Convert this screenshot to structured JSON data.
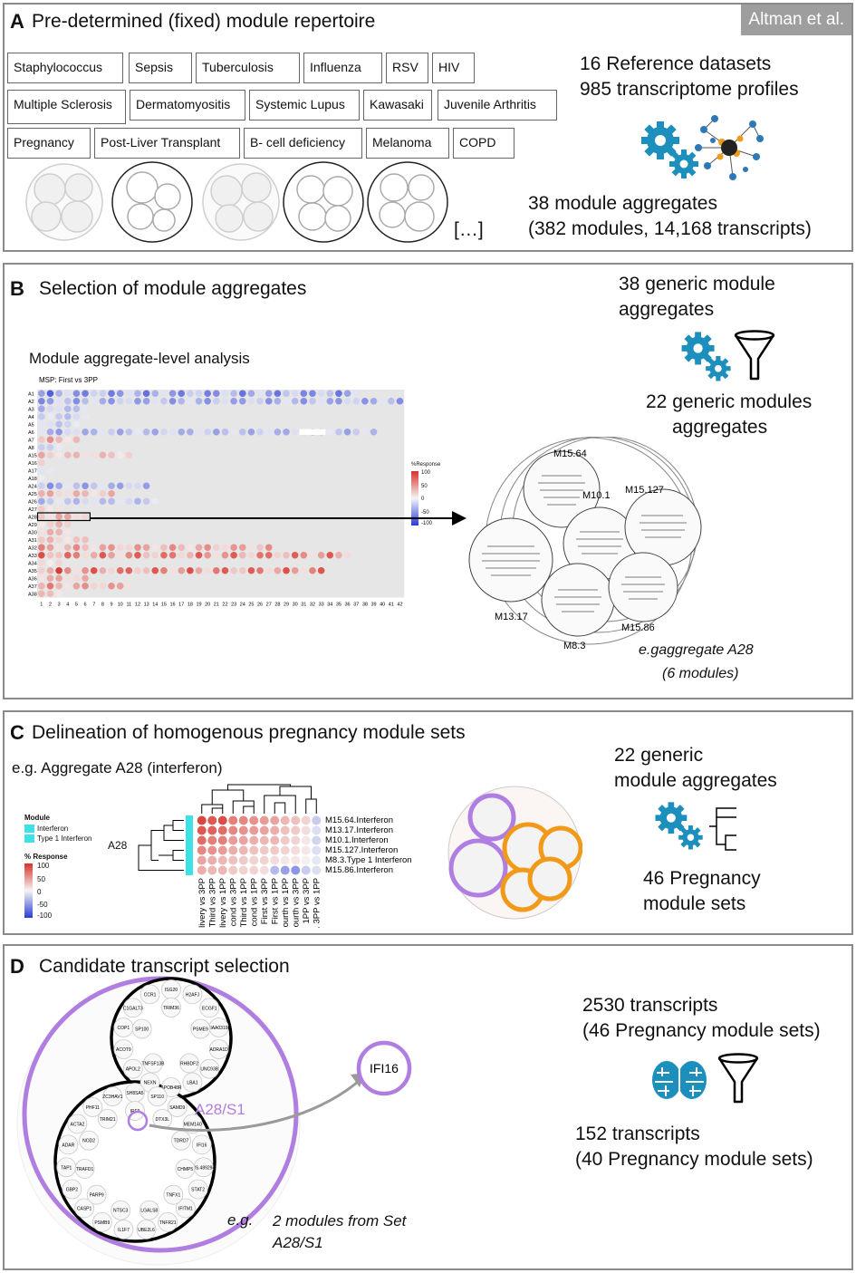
{
  "panelA": {
    "letter": "A",
    "title": "Pre-determined (fixed) module repertoire",
    "badge": "Altman et al.",
    "diseases": [
      "Staphylococcus",
      "Sepsis",
      "Tuberculosis",
      "Influenza",
      "RSV",
      "HIV",
      "Multiple Sclerosis",
      "Dermatomyositis",
      "Systemic Lupus",
      "Kawasaki",
      "Juvenile Arthritis",
      "Pregnancy",
      "Post-Liver Transplant",
      "B- cell deficiency",
      "Melanoma",
      "COPD"
    ],
    "datasets_line1": "16 Reference datasets",
    "datasets_line2": "985 transcriptome profiles",
    "aggregates_line1": "38 module aggregates",
    "aggregates_line2": "(382 modules, 14,168 transcripts)",
    "ellipsis": "[…]",
    "icons": [
      "gears-icon",
      "network-icon"
    ]
  },
  "panelB": {
    "letter": "B",
    "title": "Selection of module aggregates",
    "sub": "Module aggregate-level analysis",
    "heatmap_title": "MSP: First vs 3PP",
    "row_labels": [
      "A1",
      "A2",
      "A3",
      "A4",
      "A5",
      "A6",
      "A7",
      "A8",
      "A15",
      "A16",
      "A17",
      "A18",
      "A24",
      "A25",
      "A26",
      "A27",
      "A28",
      "A29",
      "A30",
      "A31",
      "A32",
      "A33",
      "A34",
      "A35",
      "A36",
      "A37",
      "A38"
    ],
    "col_labels": [
      "1",
      "2",
      "3",
      "4",
      "5",
      "6",
      "7",
      "8",
      "9",
      "10",
      "11",
      "12",
      "13",
      "14",
      "15",
      "16",
      "17",
      "18",
      "19",
      "20",
      "21",
      "22",
      "23",
      "24",
      "25",
      "26",
      "27",
      "28",
      "29",
      "30",
      "31",
      "32",
      "33",
      "34",
      "35",
      "36",
      "37",
      "38",
      "39",
      "40",
      "41",
      "42"
    ],
    "legend_title": "%Response",
    "legend_ticks": [
      "100",
      "50",
      "0",
      "-50",
      "-100"
    ],
    "right_line1": "38 generic module",
    "right_line2": "aggregates",
    "right_line3": "22 generic modules",
    "right_line4": "aggregates",
    "modules": [
      "M15.64",
      "M10.1",
      "M15.127",
      "M13.17",
      "M8.3",
      "M15.86"
    ],
    "example_line1": "e.gaggregate A28",
    "example_line2": "(6 modules)"
  },
  "panelC": {
    "letter": "C",
    "title": "Delineation of homogenous pregnancy module sets",
    "sub": "e.g. Aggregate A28 (interferon)",
    "legend_module_title": "Module",
    "legend_modules": [
      "Interferon",
      "Type 1 Interferon"
    ],
    "legend_response_title": "% Response",
    "legend_ticks": [
      "100",
      "50",
      "0",
      "-50",
      "-100"
    ],
    "row_group": "A28",
    "rows": [
      "M15.64.Interferon",
      "M13.17.Interferon",
      "M10.1.Interferon",
      "M15.127.Interferon",
      "M8.3.Type 1 Interferon",
      "M15.86.Interferon"
    ],
    "cols": [
      "livery vs 3PP",
      "Third vs 3PP",
      "livery vs 1PP",
      "cond vs 3PP",
      "Third vs 1PP",
      "cond vs 1PP",
      "First vs 3PP",
      "First vs 1PP",
      "ourth vs 1PP",
      "ourth vs 3PP",
      "1PP vs 3PP",
      ". 3PP vs 1PP"
    ],
    "right_line1": "22 generic",
    "right_line2": "module aggregates",
    "right_line3": "46 Pregnancy",
    "right_line4": "module sets"
  },
  "panelD": {
    "letter": "D",
    "title": "Candidate transcript selection",
    "set_label": "A28/S1",
    "target": "IFI16",
    "top_genes": [
      "ISG20",
      "H2AFJ",
      "ECGF1",
      "KIAA0319L",
      "ADRA1D",
      "UNC93B",
      "LBA1",
      "APOB48R",
      "NEXN",
      "APOL2",
      "ACOT9",
      "COP1",
      "C1GALT3",
      "CCR1",
      "TRIM36",
      "PSME9",
      "RHBDF2",
      "TNFSF13B",
      "SP100"
    ],
    "bottom_genes": [
      "SH8SA5",
      "SP110",
      "SAMD9",
      "MEM140",
      "IFI16",
      "HS.489294",
      "STAT2",
      "IFITM1",
      "TNFR21",
      "UBE2L6",
      "IL1F7",
      "PSMB9",
      "CASP1",
      "GBP2",
      "TAP1",
      "ADAR",
      "ACTA2",
      "PHF11",
      "ZC3HAV1",
      "IRF9",
      "DTX3L",
      "TDRD7",
      "CHMP5",
      "TNFX1",
      "LGALS8",
      "NTSC3",
      "PARP9",
      "TRAFD1",
      "NOD2",
      "TRIM21"
    ],
    "right_line1": "2530 transcripts",
    "right_line2": "(46 Pregnancy module sets)",
    "right_line3": "152 transcripts",
    "right_line4": "(40 Pregnancy module sets)",
    "example_prefix": "e.g.",
    "example_line1": "2 modules from Set",
    "example_line2": "A28/S1"
  },
  "colors": {
    "purple": "#b07ee0",
    "orange": "#f19a1a",
    "teal": "#1c8fbd",
    "cyan": "#3fe0e6",
    "red": "#d8332a",
    "blue": "#2a3bd6"
  }
}
